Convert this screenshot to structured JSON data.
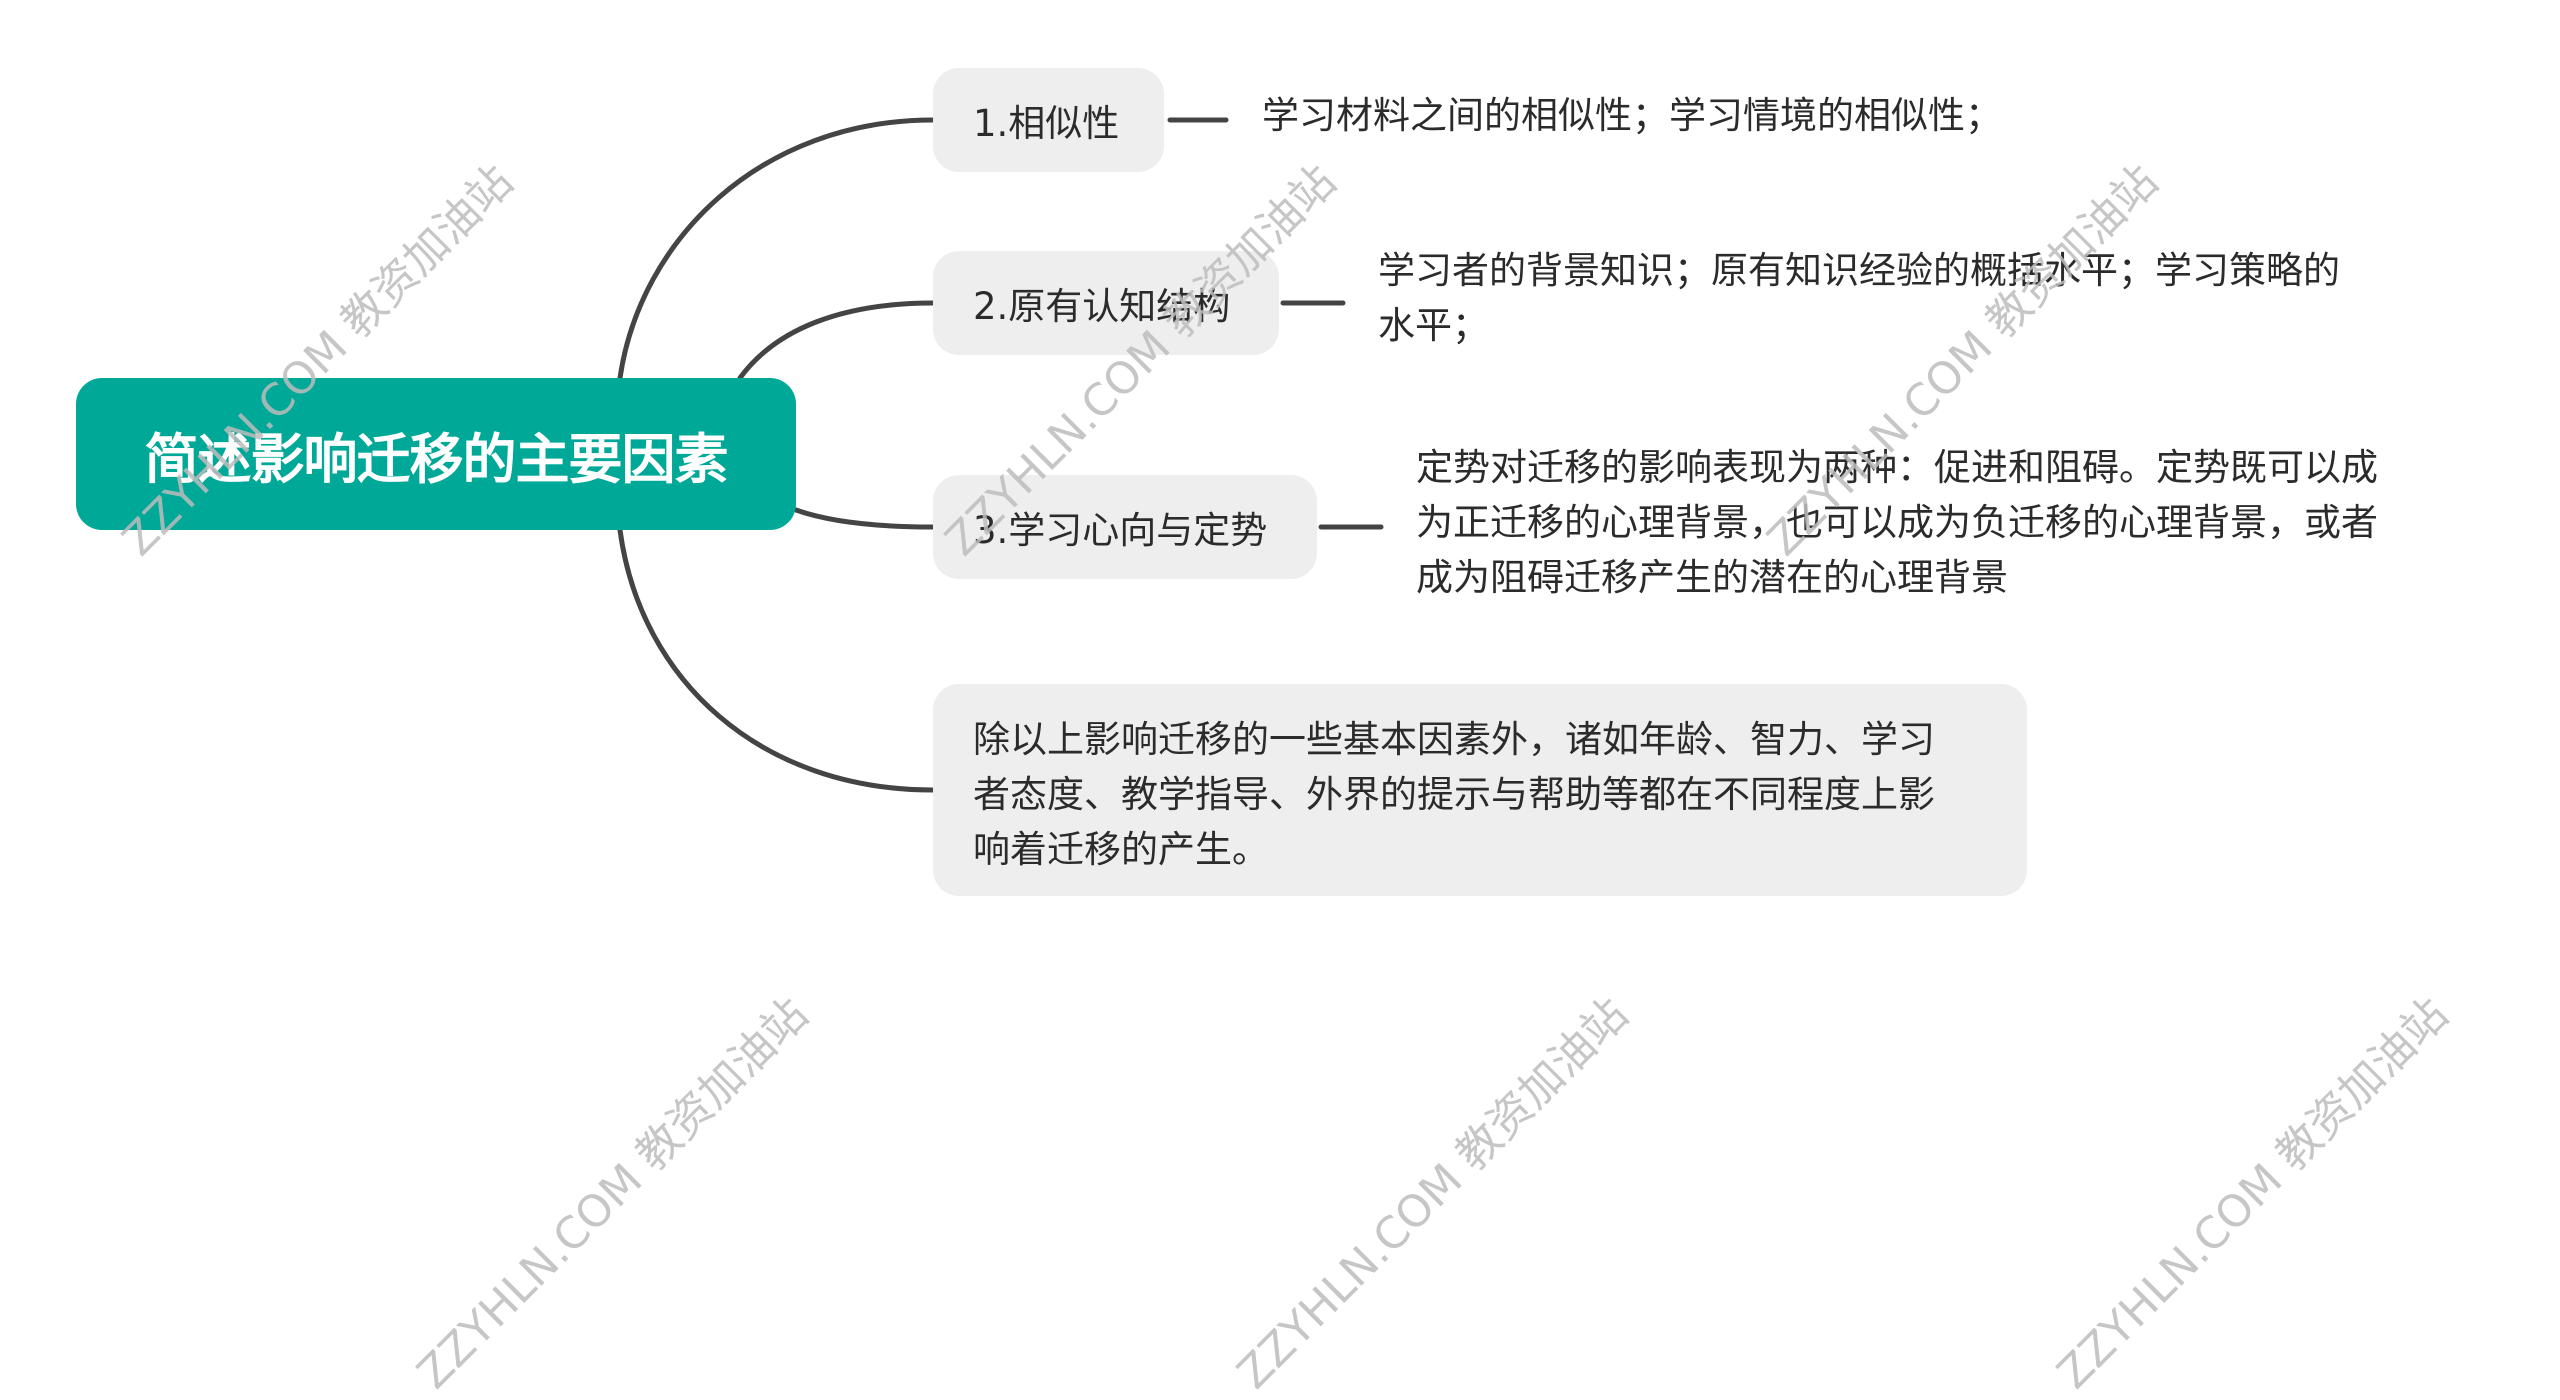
{
  "root": {
    "title": "简述影响迁移的主要因素"
  },
  "branches": [
    {
      "label": "1.相似性",
      "detail": "学习材料之间的相似性；学习情境的相似性；"
    },
    {
      "label": "2.原有认知结构",
      "detail": "学习者的背景知识；原有知识经验的概括水平；学习策略的\n水平；"
    },
    {
      "label": "3.学习心向与定势",
      "detail": "定势对迁移的影响表现为两种：促进和阻碍。定势既可以成\n为正迁移的心理背景，也可以成为负迁移的心理背景，或者\n成为阻碍迁移产生的潜在的心理背景"
    },
    {
      "label": "除以上影响迁移的一些基本因素外，诸如年龄、智力、学习\n者态度、教学指导、外界的提示与帮助等都在不同程度上影\n响着迁移的产生。"
    }
  ],
  "watermark": "ZZYHLN.COM 教资加油站",
  "colors": {
    "root_fill": "#00a897",
    "node_fill": "#eeeeee",
    "connector": "#444444",
    "watermark": "#bdbdbd"
  }
}
